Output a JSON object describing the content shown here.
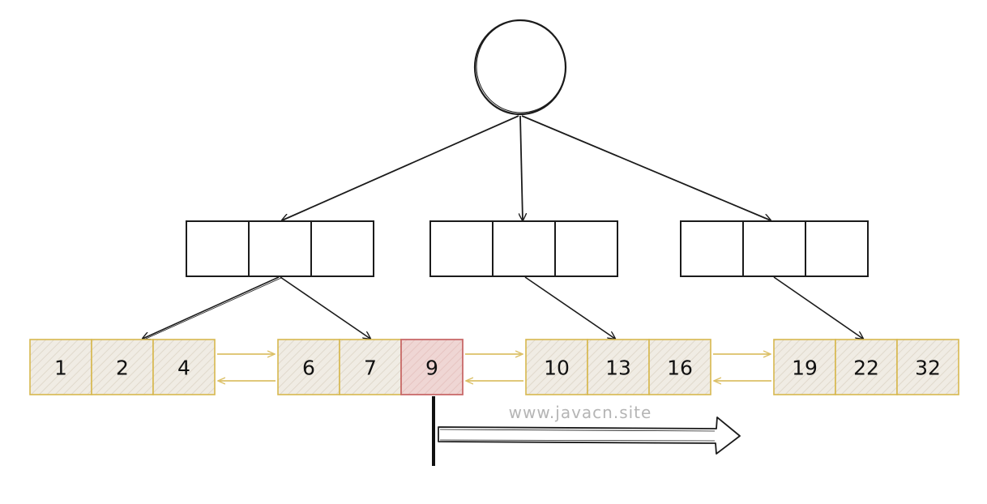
{
  "diagram": {
    "root_node": {},
    "internal_nodes": [
      {
        "keys": [
          "",
          "",
          ""
        ]
      },
      {
        "keys": [
          "",
          "",
          ""
        ]
      },
      {
        "keys": [
          "",
          "",
          ""
        ]
      }
    ],
    "leaf_nodes": [
      {
        "keys": [
          "1",
          "2",
          "4"
        ]
      },
      {
        "keys": [
          "6",
          "7",
          "9"
        ]
      },
      {
        "keys": [
          "10",
          "13",
          "16"
        ]
      },
      {
        "keys": [
          "19",
          "22",
          "32"
        ]
      }
    ],
    "highlighted_key": "9",
    "watermark": "www.javacn.site",
    "colors": {
      "leaf_fill": "#f0ece4",
      "leaf_stroke": "#d7b84e",
      "highlight_fill": "#efd6d4",
      "highlight_stroke": "#c96a6a",
      "leaf_link": "#dcc067",
      "line": "#1b1b1b",
      "watermark": "#b5b5b5"
    }
  }
}
